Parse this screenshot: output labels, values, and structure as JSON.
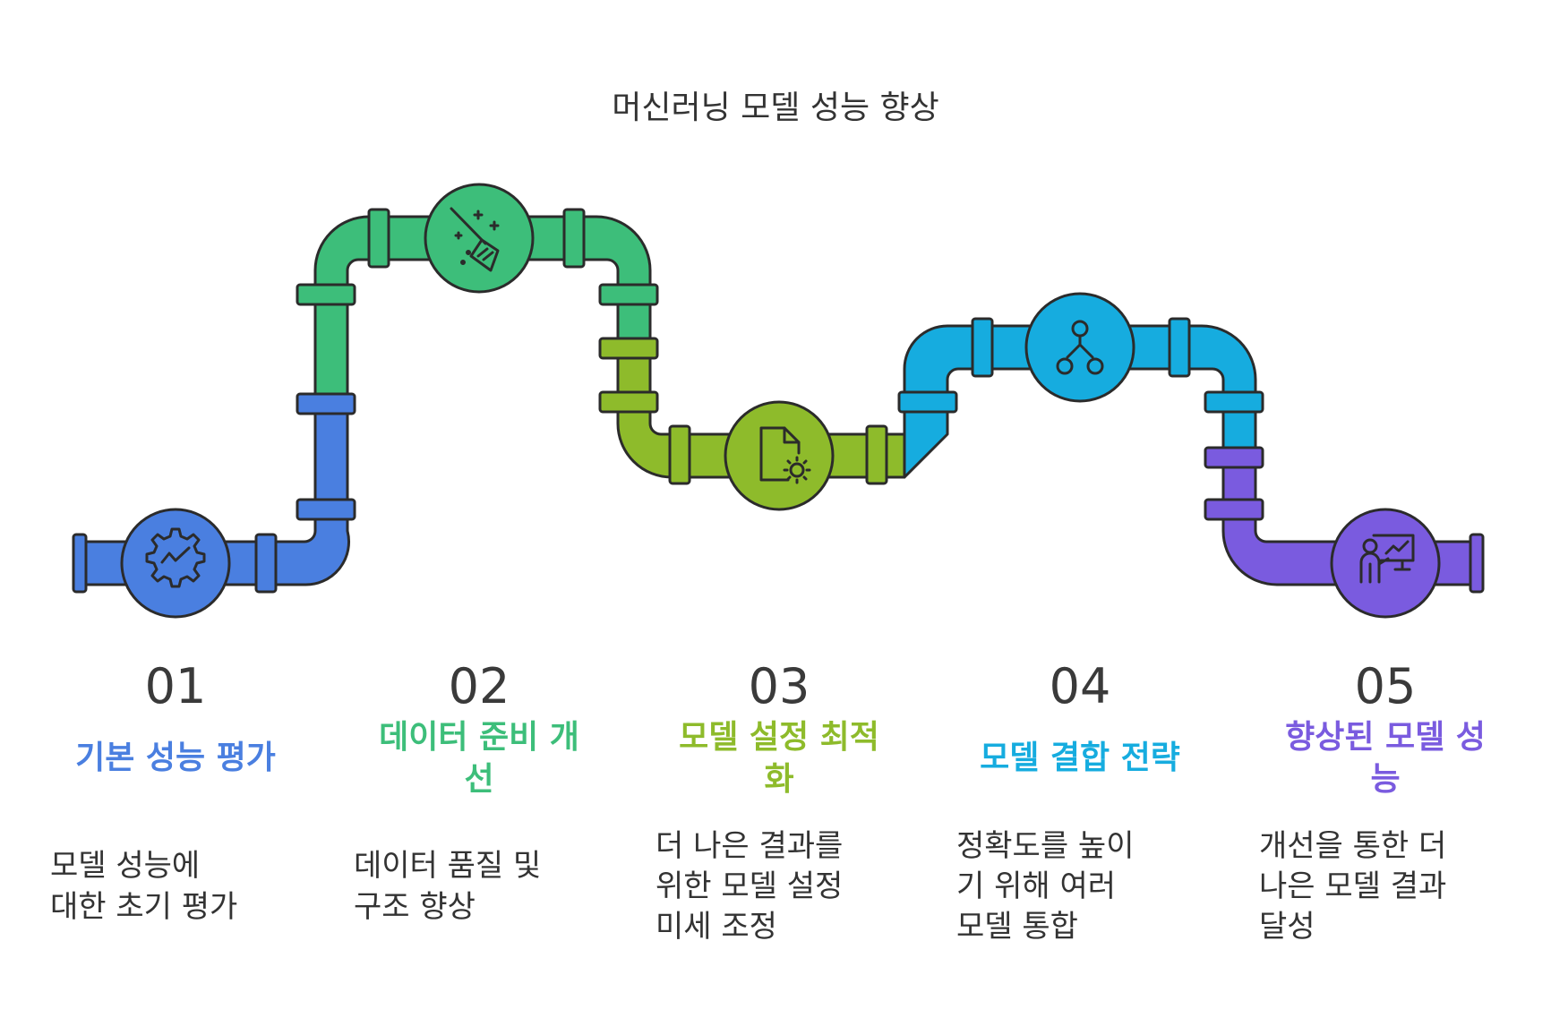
{
  "title": "머신러닝 모델 성능 향상",
  "steps": [
    {
      "number": "01",
      "title_lines": [
        "기본 성능 평가"
      ],
      "desc_lines": [
        "모델 성능에",
        "대한 초기 평가"
      ],
      "color": "#4A7FE0",
      "icon": "gear-chart-icon"
    },
    {
      "number": "02",
      "title_lines": [
        "데이터 준비 개",
        "선"
      ],
      "desc_lines": [
        "데이터 품질 및",
        "구조 향상"
      ],
      "color": "#3DBE7A",
      "icon": "broom-sparkle-icon"
    },
    {
      "number": "03",
      "title_lines": [
        "모델 설정 최적",
        "화"
      ],
      "desc_lines": [
        "더 나은 결과를",
        "위한 모델 설정",
        "미세 조정"
      ],
      "color": "#8EBB2B",
      "icon": "document-gear-icon"
    },
    {
      "number": "04",
      "title_lines": [
        "모델 결합 전략"
      ],
      "desc_lines": [
        "정확도를 높이",
        "기 위해 여러",
        "모델 통합"
      ],
      "color": "#16ACDF",
      "icon": "branch-merge-icon"
    },
    {
      "number": "05",
      "title_lines": [
        "향상된 모델 성",
        "능"
      ],
      "desc_lines": [
        "개선을 통한 더",
        "나은 모델 결과",
        "달성"
      ],
      "color": "#7A5BDF",
      "icon": "presenter-chart-icon"
    }
  ],
  "colors": {
    "outline": "#2B2B2B",
    "title_text": "#333333",
    "number_text": "#3A3A3A",
    "desc_text": "#333333"
  }
}
